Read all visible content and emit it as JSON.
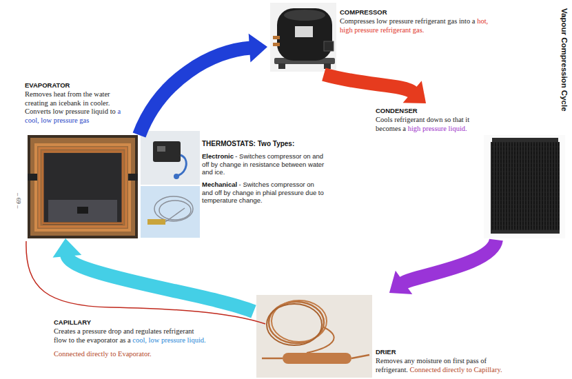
{
  "diagram": {
    "title": "Vapour Compression Cycle",
    "nodes": [
      {
        "text": [
          "COMPRESSOR",
          "Compresses low pressure refrigerant gas into a",
          "hot, high pressure refrigerant gas."
        ]
      },
      {
        "text": [
          "EVAPORATOR",
          "Removes heat from the water creating an icebank in cooler. Converts low pressure liquid to",
          "a cool, low pressure gas"
        ]
      },
      {
        "text": [
          "THERMOSTATS: Two Types:",
          "Electronic",
          "- Switches compressor on and off by change in resistance between water and ice.",
          "Mechanical",
          "- Switches compressor on and off by change in phial pressure due to temperature change."
        ]
      },
      {
        "text": [
          "CONDENSER",
          "Cools refrigerant down so that it becomes a",
          "high pressure liquid."
        ]
      },
      {
        "text": [
          "CAPILLARY",
          "Creates a pressure drop and regulates refrigerant flow to the evaporator as a",
          "cool, low pressure liquid.",
          "Connected directly to Evaporator."
        ]
      },
      {
        "text": [
          "DRIER",
          "Removes any moisture on first pass of refrigerant.",
          "Connected directly to Capillary."
        ]
      }
    ],
    "edges": [
      {
        "from": 0,
        "to": 3,
        "arrow": "to"
      },
      {
        "from": 3,
        "to": 5,
        "arrow": "to"
      },
      {
        "from": 5,
        "to": 1,
        "arrow": "to"
      },
      {
        "from": 1,
        "to": 0,
        "arrow": "to"
      }
    ],
    "labels": [
      "– 69 –"
    ]
  }
}
